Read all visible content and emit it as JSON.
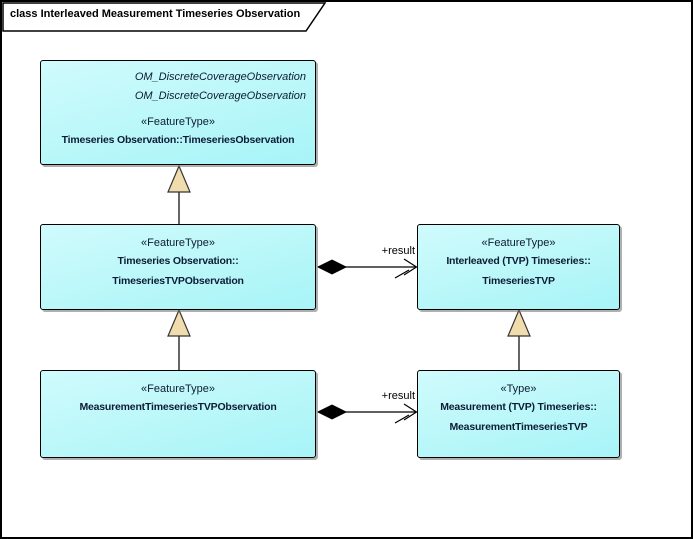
{
  "frame": {
    "title": "class Interleaved Measurement Timeseries Observation"
  },
  "colors": {
    "box_fill_light": "#d0fbfc",
    "box_fill_dark": "#a7f4f7",
    "box_border": "#000000",
    "generalization_triangle_fill": "#f1dcae",
    "composition_diamond_fill": "#000000",
    "text": "#0c1c35",
    "background": "#ffffff"
  },
  "classes": [
    {
      "key": "timeseries-observation",
      "parents": [
        "OM_DiscreteCoverageObservation",
        "OM_DiscreteCoverageObservation"
      ],
      "stereotype": "«FeatureType»",
      "name_lines": [
        "Timeseries Observation::TimeseriesObservation"
      ]
    },
    {
      "key": "timeseries-tvp-observation",
      "stereotype": "«FeatureType»",
      "name_lines": [
        "Timeseries Observation::",
        "TimeseriesTVPObservation"
      ]
    },
    {
      "key": "timeseries-tvp",
      "stereotype": "«FeatureType»",
      "name_lines": [
        "Interleaved (TVP) Timeseries::",
        "TimeseriesTVP"
      ]
    },
    {
      "key": "measurement-timeseries-tvp-observation",
      "stereotype": "«FeatureType»",
      "name_lines": [
        "MeasurementTimeseriesTVPObservation"
      ]
    },
    {
      "key": "measurement-timeseries-tvp",
      "stereotype": "«Type»",
      "name_lines": [
        "Measurement (TVP) Timeseries::",
        "MeasurementTimeseriesTVP"
      ]
    }
  ],
  "connectors": {
    "result_top_label": "+result",
    "result_bottom_label": "+result"
  }
}
